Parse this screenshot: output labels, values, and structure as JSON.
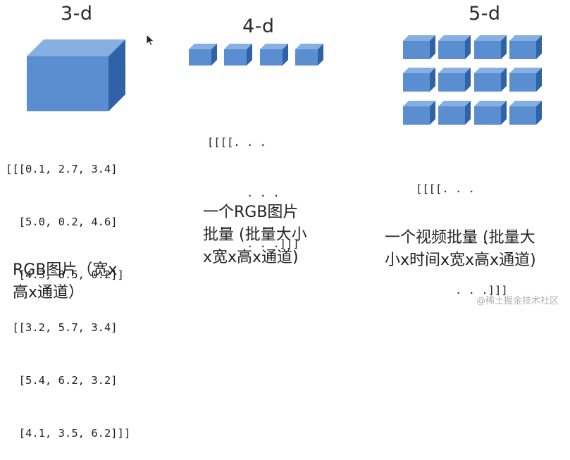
{
  "diagram": {
    "panels": [
      {
        "id": "3d",
        "title": "3-d",
        "array_lines": [
          "[[[0.1, 2.7, 3.4]",
          "  [5.0, 0.2, 4.6]",
          "  [4.3, 8.5, 0.2]]",
          " [[3.2, 5.7, 3.4]",
          "  [5.4, 6.2, 3.2]",
          "  [4.1, 3.5, 6.2]]]"
        ],
        "caption_lines": [
          "RGB图片（宽x",
          "高x通道）"
        ]
      },
      {
        "id": "4d",
        "title": "4-d",
        "array_lines": [
          "[[[[. . .",
          "      . . .",
          "      . . .]]]"
        ],
        "caption_lines": [
          "一个RGB图片",
          "批量 (批量大小",
          "x宽x高x通道)"
        ]
      },
      {
        "id": "5d",
        "title": "5-d",
        "array_lines": [
          "[[[[. . .",
          "      . . .",
          "      . . .]]]"
        ],
        "caption_lines": [
          "一个视频批量 (批量大",
          "小x时间x宽x高x通道)"
        ]
      }
    ],
    "colors": {
      "cube_front": "#5a8ed0",
      "cube_top": "#86b0e2",
      "cube_side": "#2f62a6",
      "text": "#222222"
    }
  },
  "watermark": "@稀土掘金技术社区"
}
